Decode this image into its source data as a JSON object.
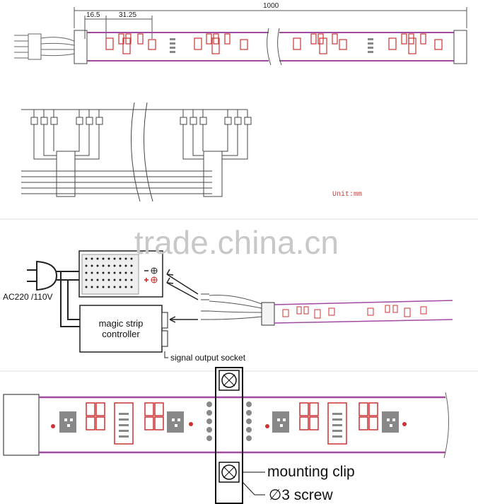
{
  "dimensions": {
    "total_length": "1000",
    "edge_offset": "16.5",
    "pitch": "31.25"
  },
  "unit_label": "Unit:mm",
  "watermark": "trade.china.cn",
  "power_input_label": "AC220 /110V",
  "controller": {
    "line1": "magic strip",
    "line2": "controller"
  },
  "signal_socket_label": "signal output socket",
  "mounting_clip_label": "mounting clip",
  "screw_label": "∅3  screw",
  "colors": {
    "strip_outline": "#a04aa0",
    "component_red": "#cc3333",
    "line_dark": "#333333"
  }
}
